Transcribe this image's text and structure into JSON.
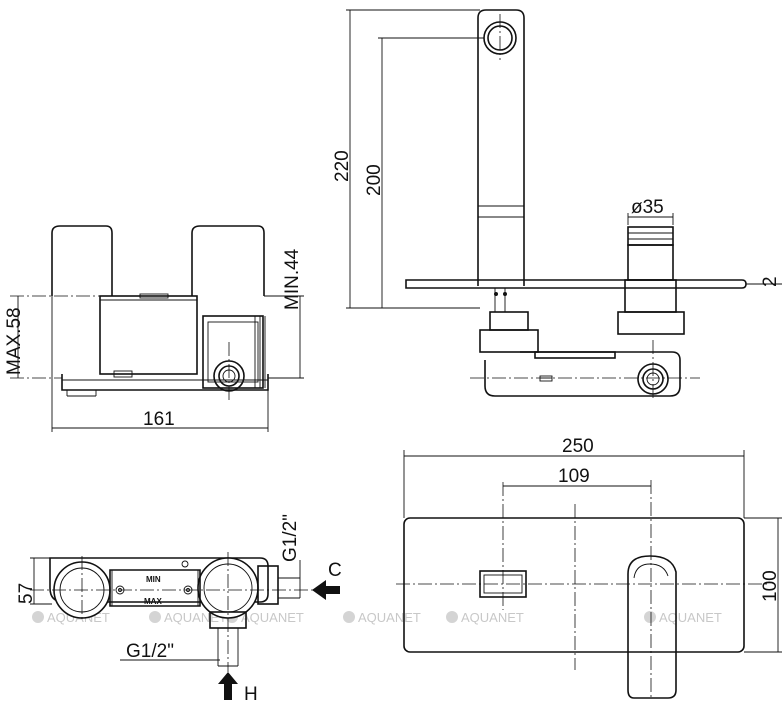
{
  "side_view": {
    "width_label": "161",
    "min_label": "MIN.44",
    "max_label": "MAX.58"
  },
  "front_view": {
    "height_220": "220",
    "height_200": "200",
    "diameter_label": "ø35",
    "cut_label": "2"
  },
  "top_view": {
    "depth_label": "57",
    "thread_top": "G1/2\"",
    "thread_bottom": "G1/2\"",
    "inlet_c": "C",
    "inlet_h": "H",
    "min_mark": "MIN",
    "max_mark": "MAX"
  },
  "plate_view": {
    "width_label": "250",
    "spacing_label": "109",
    "height_label": "100"
  },
  "watermark": {
    "text": "AQUANET",
    "count": 6
  }
}
